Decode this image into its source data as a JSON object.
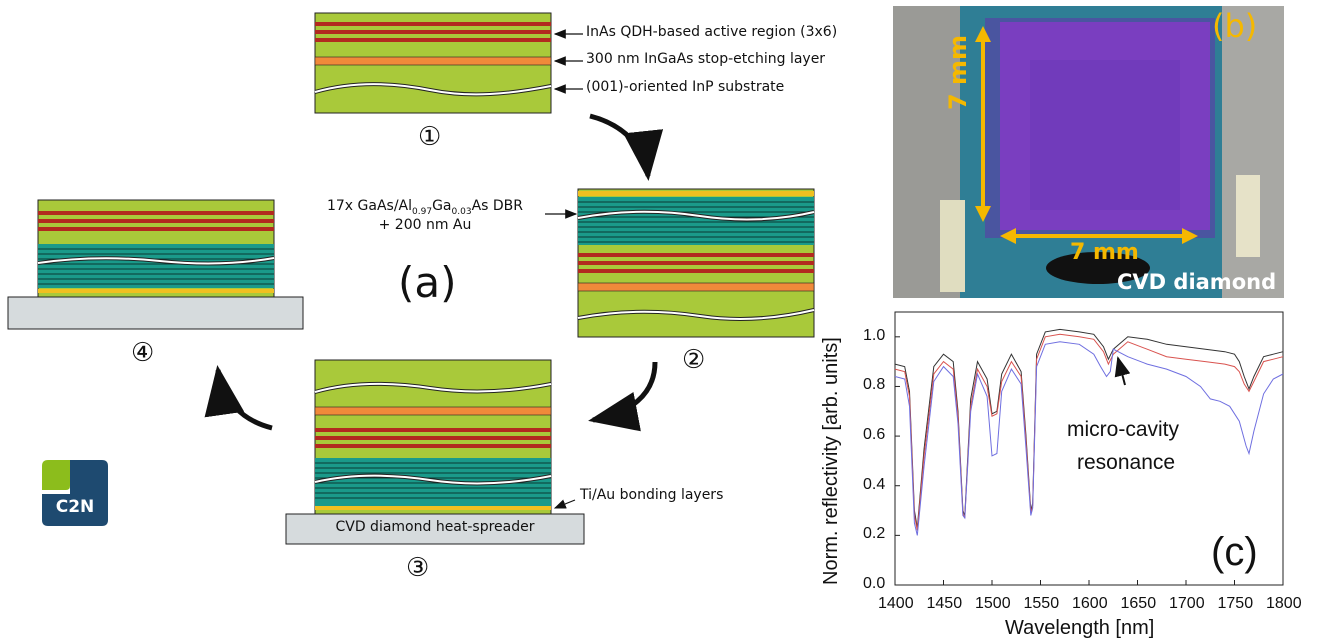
{
  "labels": {
    "active_region": "InAs QDH-based active region (3x6)",
    "stop_etch": "300 nm InGaAs stop-etching layer",
    "substrate": "(001)-oriented InP substrate",
    "dbr_line1_prefix": "17x GaAs/Al",
    "dbr_sub1": "0.97",
    "dbr_mid": "Ga",
    "dbr_sub2": "0.03",
    "dbr_suffix": "As DBR",
    "dbr_line2": "+ 200 nm Au",
    "bonding": "Ti/Au bonding layers",
    "heat_spreader": "CVD diamond heat-spreader"
  },
  "steps": {
    "s1": "①",
    "s2": "②",
    "s3": "③",
    "s4": "④"
  },
  "panels": {
    "a": "(a)",
    "b": "(b)",
    "c": "(c)"
  },
  "photo": {
    "dim_vertical": "7 mm",
    "dim_horizontal": "7 mm",
    "caption": "CVD diamond"
  },
  "logo": {
    "text": "C2N"
  },
  "chart_data": {
    "type": "line",
    "xlabel": "Wavelength [nm]",
    "ylabel": "Norm. reflectivity [arb. units]",
    "xlim": [
      1400,
      1800
    ],
    "ylim": [
      0.0,
      1.1
    ],
    "xticks": [
      "1400",
      "1450",
      "1500",
      "1550",
      "1600",
      "1650",
      "1700",
      "1750",
      "1800"
    ],
    "yticks": [
      "0.0",
      "0.2",
      "0.4",
      "0.6",
      "0.8",
      "1.0"
    ],
    "annotation_line1": "micro-cavity",
    "annotation_line2": "resonance",
    "series": [
      {
        "color": "#333333",
        "x": [
          1400,
          1410,
          1415,
          1420,
          1423,
          1430,
          1440,
          1450,
          1460,
          1465,
          1470,
          1472,
          1478,
          1485,
          1495,
          1500,
          1505,
          1510,
          1520,
          1530,
          1535,
          1540,
          1542,
          1546,
          1555,
          1570,
          1590,
          1605,
          1615,
          1620,
          1625,
          1640,
          1660,
          1680,
          1700,
          1720,
          1740,
          1750,
          1755,
          1760,
          1765,
          1770,
          1780,
          1790,
          1800
        ],
        "y": [
          0.89,
          0.88,
          0.78,
          0.3,
          0.23,
          0.55,
          0.88,
          0.93,
          0.9,
          0.7,
          0.3,
          0.28,
          0.75,
          0.9,
          0.83,
          0.69,
          0.7,
          0.85,
          0.93,
          0.86,
          0.6,
          0.3,
          0.33,
          0.93,
          1.02,
          1.03,
          1.02,
          1.01,
          0.96,
          0.91,
          0.95,
          1.0,
          0.99,
          0.97,
          0.96,
          0.95,
          0.94,
          0.93,
          0.9,
          0.84,
          0.79,
          0.84,
          0.92,
          0.93,
          0.94
        ]
      },
      {
        "color": "#d9534f",
        "x": [
          1400,
          1410,
          1415,
          1420,
          1423,
          1430,
          1440,
          1450,
          1460,
          1465,
          1470,
          1472,
          1478,
          1485,
          1495,
          1500,
          1505,
          1510,
          1520,
          1530,
          1535,
          1540,
          1542,
          1546,
          1555,
          1570,
          1590,
          1605,
          1615,
          1620,
          1625,
          1640,
          1660,
          1680,
          1700,
          1720,
          1740,
          1750,
          1755,
          1760,
          1765,
          1770,
          1780,
          1790,
          1800
        ],
        "y": [
          0.87,
          0.86,
          0.76,
          0.28,
          0.22,
          0.52,
          0.85,
          0.9,
          0.87,
          0.68,
          0.29,
          0.27,
          0.72,
          0.87,
          0.8,
          0.68,
          0.69,
          0.82,
          0.9,
          0.84,
          0.58,
          0.29,
          0.32,
          0.91,
          1.0,
          1.01,
          1.0,
          0.99,
          0.94,
          0.89,
          0.93,
          0.98,
          0.95,
          0.92,
          0.91,
          0.9,
          0.89,
          0.88,
          0.86,
          0.81,
          0.78,
          0.82,
          0.9,
          0.91,
          0.92
        ]
      },
      {
        "color": "#6f6fe0",
        "x": [
          1400,
          1410,
          1415,
          1420,
          1423,
          1430,
          1440,
          1450,
          1460,
          1465,
          1470,
          1472,
          1478,
          1485,
          1495,
          1500,
          1505,
          1510,
          1520,
          1530,
          1535,
          1540,
          1542,
          1546,
          1555,
          1570,
          1590,
          1605,
          1612,
          1618,
          1622,
          1625,
          1640,
          1660,
          1680,
          1700,
          1715,
          1725,
          1735,
          1745,
          1755,
          1762,
          1765,
          1770,
          1780,
          1790,
          1800
        ],
        "y": [
          0.84,
          0.83,
          0.72,
          0.25,
          0.2,
          0.48,
          0.82,
          0.88,
          0.84,
          0.65,
          0.28,
          0.27,
          0.7,
          0.85,
          0.76,
          0.52,
          0.53,
          0.78,
          0.87,
          0.81,
          0.55,
          0.28,
          0.31,
          0.88,
          0.97,
          0.98,
          0.97,
          0.93,
          0.88,
          0.84,
          0.86,
          0.95,
          0.92,
          0.89,
          0.87,
          0.84,
          0.8,
          0.75,
          0.74,
          0.72,
          0.66,
          0.56,
          0.53,
          0.62,
          0.77,
          0.83,
          0.85
        ]
      }
    ]
  }
}
